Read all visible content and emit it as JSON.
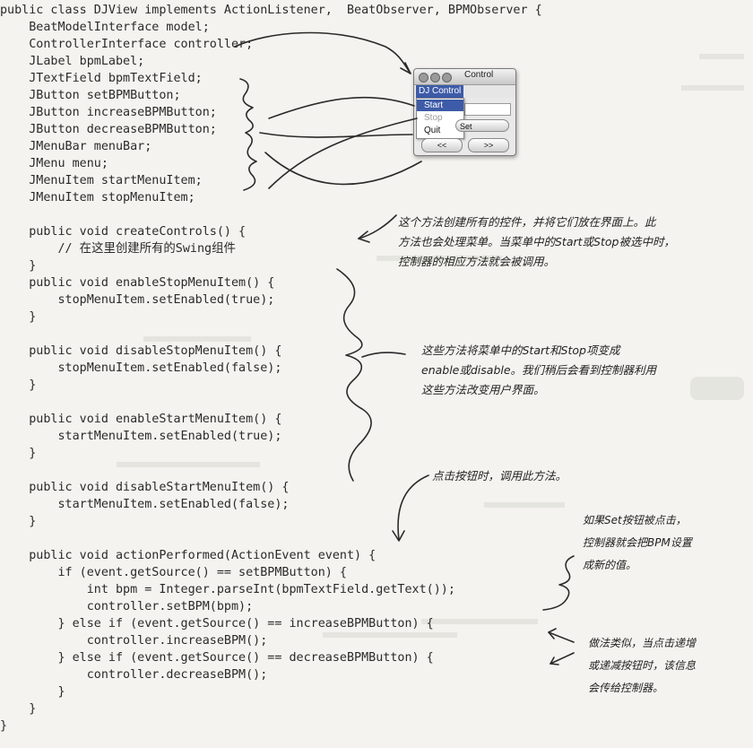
{
  "code_lines": [
    "public class DJView implements ActionListener,  BeatObserver, BPMObserver {",
    "    BeatModelInterface model;",
    "    ControllerInterface controller;",
    "    JLabel bpmLabel;",
    "    JTextField bpmTextField;",
    "    JButton setBPMButton;",
    "    JButton increaseBPMButton;",
    "    JButton decreaseBPMButton;",
    "    JMenuBar menuBar;",
    "    JMenu menu;",
    "    JMenuItem startMenuItem;",
    "    JMenuItem stopMenuItem;",
    "",
    "    public void createControls() {",
    "        // 在这里创建所有的Swing组件",
    "    }",
    "    public void enableStopMenuItem() {",
    "        stopMenuItem.setEnabled(true);",
    "    }",
    "",
    "    public void disableStopMenuItem() {",
    "        stopMenuItem.setEnabled(false);",
    "    }",
    "",
    "    public void enableStartMenuItem() {",
    "        startMenuItem.setEnabled(true);",
    "    }",
    "",
    "    public void disableStartMenuItem() {",
    "        startMenuItem.setEnabled(false);",
    "    }",
    "",
    "    public void actionPerformed(ActionEvent event) {",
    "        if (event.getSource() == setBPMButton) {",
    "            int bpm = Integer.parseInt(bpmTextField.getText());",
    "            controller.setBPM(bpm);",
    "        } else if (event.getSource() == increaseBPMButton) {",
    "            controller.increaseBPM();",
    "        } else if (event.getSource() == decreaseBPMButton) {",
    "            controller.decreaseBPM();",
    "        }",
    "    }",
    "}"
  ],
  "window": {
    "title": "Control",
    "menu_title": "DJ Control",
    "menu_items": [
      "Start",
      "Stop",
      "Quit"
    ],
    "set_label": "Set",
    "prev_label": "<<",
    "next_label": ">>"
  },
  "notes": {
    "create_controls": [
      "这个方法创建所有的控件，并将它们放在界面上。此",
      "方法也会处理菜单。当菜单中的Start或Stop被选中时，",
      "控制器的相应方法就会被调用。"
    ],
    "enable_disable": [
      "这些方法将菜单中的Start和Stop项变成",
      "enable或disable。我们稍后会看到控制器利用",
      "这些方法改变用户界面。"
    ],
    "action_performed": "点击按钮时，调用此方法。",
    "set_button": [
      "如果Set按钮被点击，",
      "控制器就会把BPM设置",
      "成新的值。"
    ],
    "increase_decrease": [
      "做法类似，当点击递增",
      "或递减按钮时，该信息",
      "会传给控制器。"
    ]
  },
  "colors": {
    "ink": "#2a2a2a",
    "paper": "#f4f3ef",
    "menu_highlight": "#3d5ba8"
  }
}
